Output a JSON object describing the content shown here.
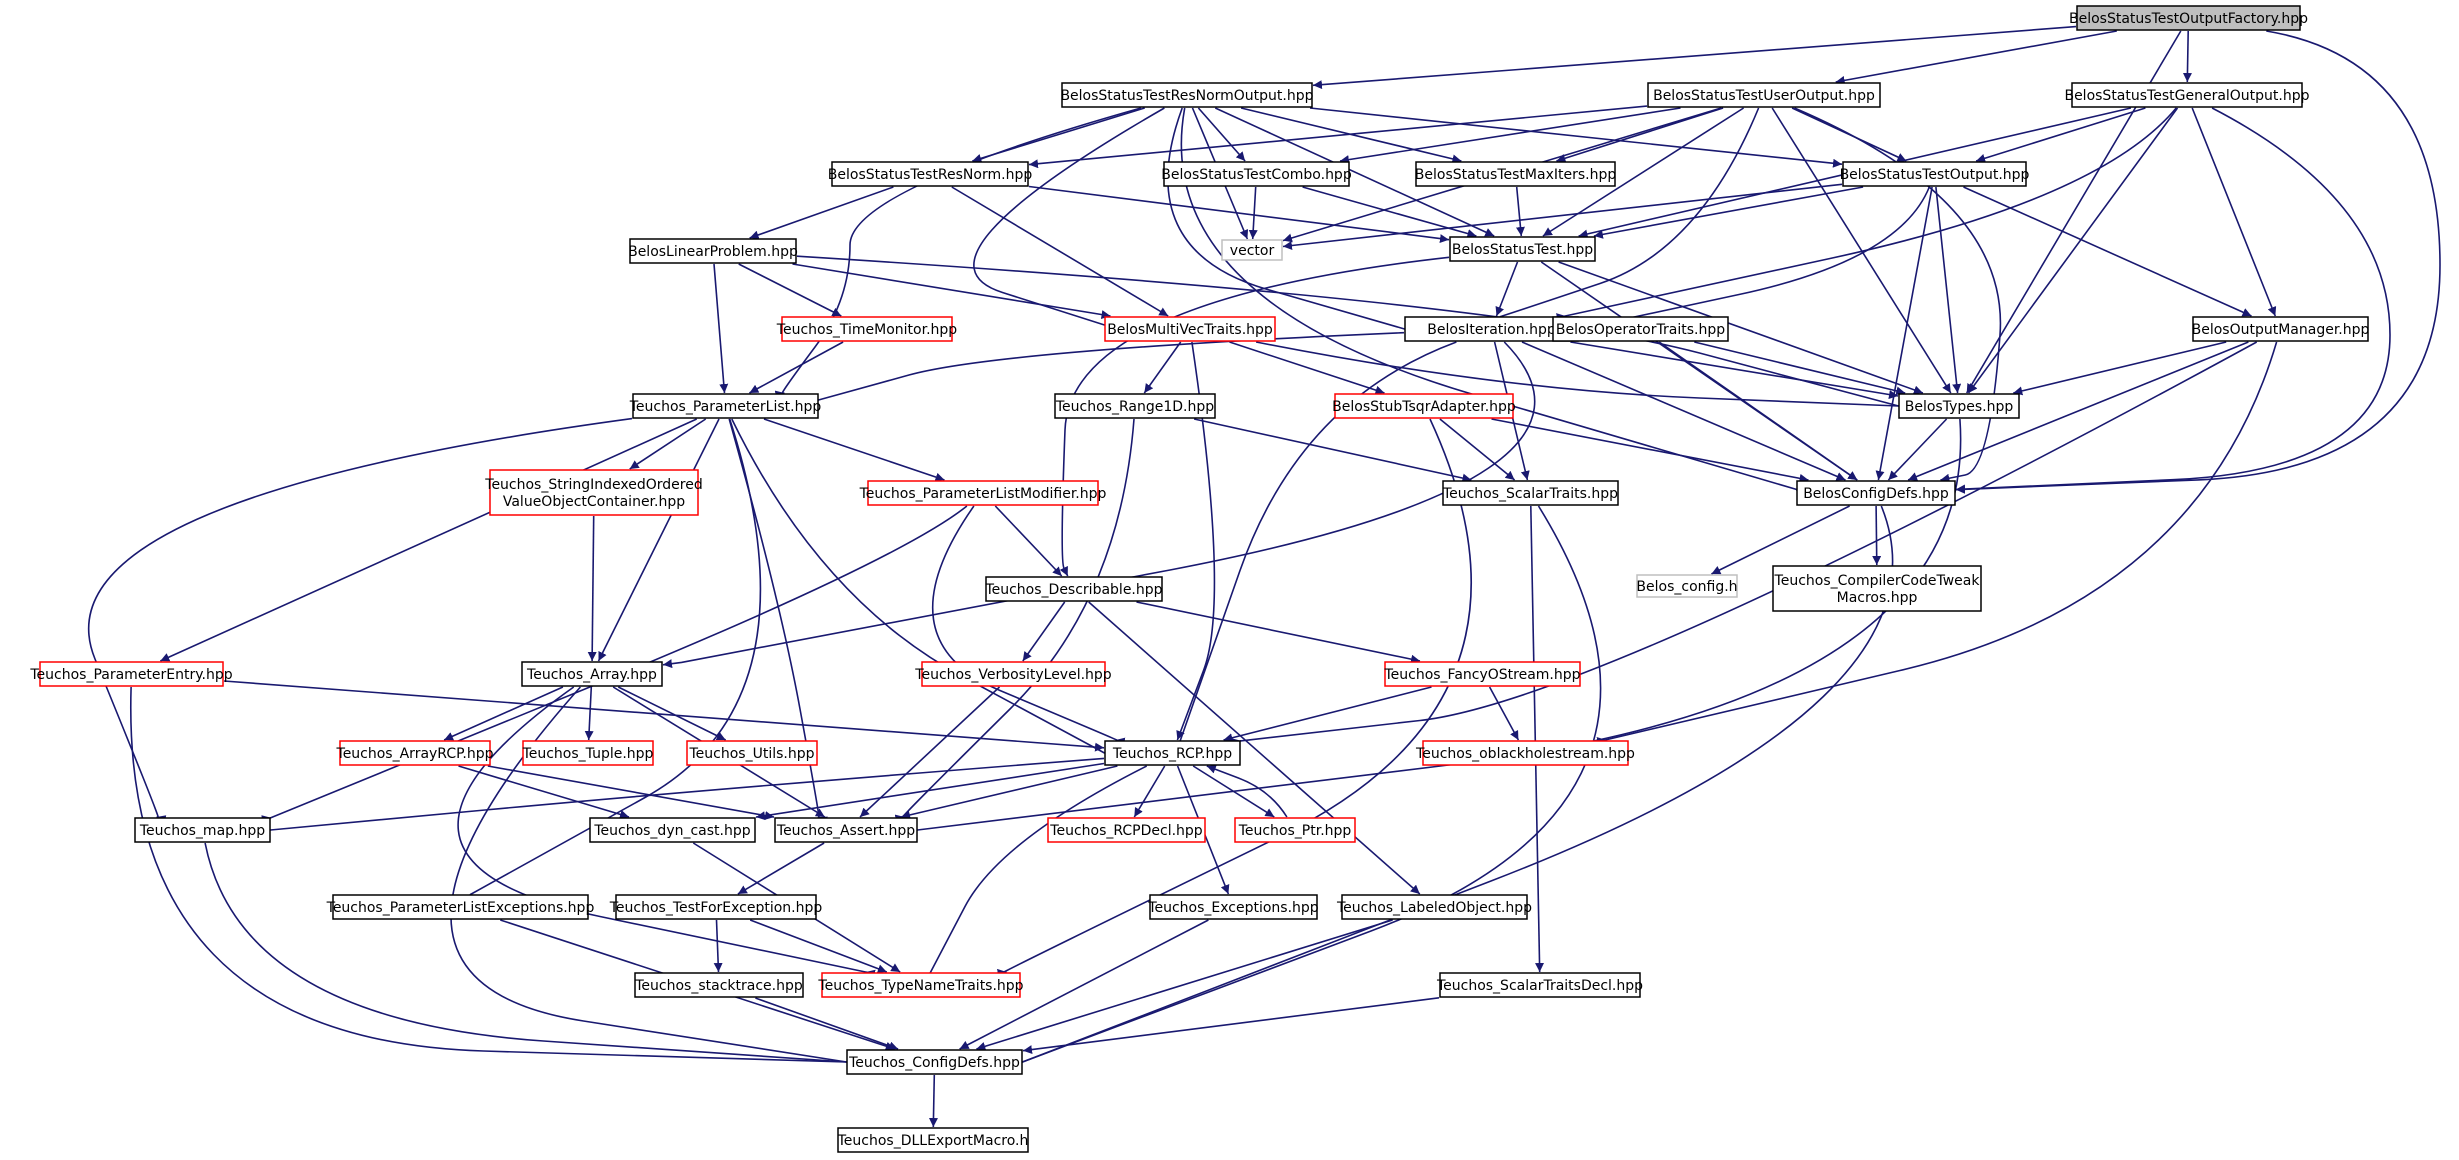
{
  "colors": {
    "edge": "#191970",
    "box_border": "#000000",
    "incomplete_border": "#ff0000",
    "external_border": "#bfbfbf",
    "root_fill": "#bfbfbf",
    "background": "#ffffff"
  },
  "nodes": [
    {
      "id": "factory",
      "label": "BelosStatusTestOutputFactory.hpp",
      "style": "root"
    },
    {
      "id": "resnormout",
      "label": "BelosStatusTestResNormOutput.hpp",
      "style": "normal"
    },
    {
      "id": "userout",
      "label": "BelosStatusTestUserOutput.hpp",
      "style": "normal"
    },
    {
      "id": "generalout",
      "label": "BelosStatusTestGeneralOutput.hpp",
      "style": "normal"
    },
    {
      "id": "resnorm",
      "label": "BelosStatusTestResNorm.hpp",
      "style": "normal"
    },
    {
      "id": "combo",
      "label": "BelosStatusTestCombo.hpp",
      "style": "normal"
    },
    {
      "id": "maxiters",
      "label": "BelosStatusTestMaxIters.hpp",
      "style": "normal"
    },
    {
      "id": "stoutput",
      "label": "BelosStatusTestOutput.hpp",
      "style": "normal"
    },
    {
      "id": "vector",
      "label": "vector",
      "style": "external"
    },
    {
      "id": "statustest",
      "label": "BelosStatusTest.hpp",
      "style": "normal"
    },
    {
      "id": "linprob",
      "label": "BelosLinearProblem.hpp",
      "style": "normal"
    },
    {
      "id": "timemon",
      "label": "Teuchos_TimeMonitor.hpp",
      "style": "incomplete"
    },
    {
      "id": "multivec",
      "label": "BelosMultiVecTraits.hpp",
      "style": "incomplete"
    },
    {
      "id": "iteration",
      "label": "BelosIteration.hpp",
      "style": "normal"
    },
    {
      "id": "optraits",
      "label": "BelosOperatorTraits.hpp",
      "style": "normal"
    },
    {
      "id": "outmgr",
      "label": "BelosOutputManager.hpp",
      "style": "normal"
    },
    {
      "id": "paramlist",
      "label": "Teuchos_ParameterList.hpp",
      "style": "normal"
    },
    {
      "id": "range1d",
      "label": "Teuchos_Range1D.hpp",
      "style": "normal"
    },
    {
      "id": "stubtsqr",
      "label": "BelosStubTsqrAdapter.hpp",
      "style": "incomplete"
    },
    {
      "id": "belostypes",
      "label": "BelosTypes.hpp",
      "style": "normal"
    },
    {
      "id": "strindexed",
      "label": "Teuchos_StringIndexedOrdered\nValueObjectContainer.hpp",
      "style": "incomplete"
    },
    {
      "id": "plmodifier",
      "label": "Teuchos_ParameterListModifier.hpp",
      "style": "incomplete"
    },
    {
      "id": "scalartraits",
      "label": "Teuchos_ScalarTraits.hpp",
      "style": "normal"
    },
    {
      "id": "configdefs",
      "label": "BelosConfigDefs.hpp",
      "style": "normal"
    },
    {
      "id": "belosconfig",
      "label": "Belos_config.h",
      "style": "external"
    },
    {
      "id": "ccmacros",
      "label": "Teuchos_CompilerCodeTweak\nMacros.hpp",
      "style": "normal"
    },
    {
      "id": "describable",
      "label": "Teuchos_Describable.hpp",
      "style": "normal"
    },
    {
      "id": "paramentry",
      "label": "Teuchos_ParameterEntry.hpp",
      "style": "incomplete"
    },
    {
      "id": "array",
      "label": "Teuchos_Array.hpp",
      "style": "normal"
    },
    {
      "id": "verbosity",
      "label": "Teuchos_VerbosityLevel.hpp",
      "style": "incomplete"
    },
    {
      "id": "fancyostream",
      "label": "Teuchos_FancyOStream.hpp",
      "style": "incomplete"
    },
    {
      "id": "arrayrcp",
      "label": "Teuchos_ArrayRCP.hpp",
      "style": "incomplete"
    },
    {
      "id": "tuple",
      "label": "Teuchos_Tuple.hpp",
      "style": "incomplete"
    },
    {
      "id": "utils",
      "label": "Teuchos_Utils.hpp",
      "style": "incomplete"
    },
    {
      "id": "rcp",
      "label": "Teuchos_RCP.hpp",
      "style": "normal"
    },
    {
      "id": "oblackhole",
      "label": "Teuchos_oblackholestream.hpp",
      "style": "incomplete"
    },
    {
      "id": "map",
      "label": "Teuchos_map.hpp",
      "style": "normal"
    },
    {
      "id": "dyncast",
      "label": "Teuchos_dyn_cast.hpp",
      "style": "normal"
    },
    {
      "id": "assert",
      "label": "Teuchos_Assert.hpp",
      "style": "normal"
    },
    {
      "id": "rcpdecl",
      "label": "Teuchos_RCPDecl.hpp",
      "style": "incomplete"
    },
    {
      "id": "ptr",
      "label": "Teuchos_Ptr.hpp",
      "style": "incomplete"
    },
    {
      "id": "plexceptions",
      "label": "Teuchos_ParameterListExceptions.hpp",
      "style": "normal"
    },
    {
      "id": "testforexc",
      "label": "Teuchos_TestForException.hpp",
      "style": "normal"
    },
    {
      "id": "exceptions",
      "label": "Teuchos_Exceptions.hpp",
      "style": "normal"
    },
    {
      "id": "labeledobj",
      "label": "Teuchos_LabeledObject.hpp",
      "style": "normal"
    },
    {
      "id": "stacktrace",
      "label": "Teuchos_stacktrace.hpp",
      "style": "normal"
    },
    {
      "id": "typename",
      "label": "Teuchos_TypeNameTraits.hpp",
      "style": "incomplete"
    },
    {
      "id": "scalartraitsdecl",
      "label": "Teuchos_ScalarTraitsDecl.hpp",
      "style": "normal"
    },
    {
      "id": "teuchosconfig",
      "label": "Teuchos_ConfigDefs.hpp",
      "style": "normal"
    },
    {
      "id": "dllexport",
      "label": "Teuchos_DLLExportMacro.h",
      "style": "normal"
    }
  ],
  "edges": [
    [
      "factory",
      "resnormout"
    ],
    [
      "factory",
      "userout"
    ],
    [
      "factory",
      "generalout"
    ],
    [
      "factory",
      "belostypes"
    ],
    [
      "factory",
      "configdefs"
    ],
    [
      "resnormout",
      "resnorm"
    ],
    [
      "resnormout",
      "combo"
    ],
    [
      "resnormout",
      "maxiters"
    ],
    [
      "resnormout",
      "stoutput"
    ],
    [
      "resnormout",
      "statustest"
    ],
    [
      "resnormout",
      "vector"
    ],
    [
      "resnormout",
      "iteration"
    ],
    [
      "resnormout",
      "multivec"
    ],
    [
      "resnormout",
      "configdefs"
    ],
    [
      "resnormout",
      "paramlist"
    ],
    [
      "userout",
      "resnorm"
    ],
    [
      "userout",
      "combo"
    ],
    [
      "userout",
      "maxiters"
    ],
    [
      "userout",
      "stoutput"
    ],
    [
      "userout",
      "statustest"
    ],
    [
      "userout",
      "vector"
    ],
    [
      "userout",
      "iteration"
    ],
    [
      "userout",
      "belostypes"
    ],
    [
      "userout",
      "configdefs"
    ],
    [
      "generalout",
      "stoutput"
    ],
    [
      "generalout",
      "statustest"
    ],
    [
      "generalout",
      "iteration"
    ],
    [
      "generalout",
      "outmgr"
    ],
    [
      "generalout",
      "belostypes"
    ],
    [
      "generalout",
      "configdefs"
    ],
    [
      "resnorm",
      "statustest"
    ],
    [
      "resnorm",
      "linprob"
    ],
    [
      "resnorm",
      "multivec"
    ],
    [
      "combo",
      "statustest"
    ],
    [
      "combo",
      "vector"
    ],
    [
      "maxiters",
      "statustest"
    ],
    [
      "stoutput",
      "statustest"
    ],
    [
      "stoutput",
      "vector"
    ],
    [
      "stoutput",
      "iteration"
    ],
    [
      "stoutput",
      "outmgr"
    ],
    [
      "stoutput",
      "belostypes"
    ],
    [
      "stoutput",
      "configdefs"
    ],
    [
      "statustest",
      "iteration"
    ],
    [
      "statustest",
      "belostypes"
    ],
    [
      "statustest",
      "configdefs"
    ],
    [
      "statustest",
      "describable"
    ],
    [
      "linprob",
      "timemon"
    ],
    [
      "linprob",
      "paramlist"
    ],
    [
      "linprob",
      "multivec"
    ],
    [
      "linprob",
      "belostypes"
    ],
    [
      "timemon",
      "paramlist"
    ],
    [
      "multivec",
      "range1d"
    ],
    [
      "multivec",
      "stubtsqr"
    ],
    [
      "multivec",
      "belostypes"
    ],
    [
      "multivec",
      "rcp"
    ],
    [
      "iteration",
      "paramlist"
    ],
    [
      "iteration",
      "scalartraits"
    ],
    [
      "iteration",
      "configdefs"
    ],
    [
      "iteration",
      "belostypes"
    ],
    [
      "iteration",
      "rcp"
    ],
    [
      "iteration",
      "array"
    ],
    [
      "optraits",
      "belostypes"
    ],
    [
      "optraits",
      "configdefs"
    ],
    [
      "outmgr",
      "belostypes"
    ],
    [
      "outmgr",
      "configdefs"
    ],
    [
      "outmgr",
      "rcp"
    ],
    [
      "outmgr",
      "oblackhole"
    ],
    [
      "paramlist",
      "strindexed"
    ],
    [
      "paramlist",
      "plmodifier"
    ],
    [
      "paramlist",
      "paramentry"
    ],
    [
      "paramlist",
      "array"
    ],
    [
      "paramlist",
      "map"
    ],
    [
      "paramlist",
      "rcp"
    ],
    [
      "paramlist",
      "assert"
    ],
    [
      "paramlist",
      "plexceptions"
    ],
    [
      "range1d",
      "scalartraits"
    ],
    [
      "range1d",
      "assert"
    ],
    [
      "stubtsqr",
      "scalartraits"
    ],
    [
      "stubtsqr",
      "configdefs"
    ],
    [
      "stubtsqr",
      "typename"
    ],
    [
      "belostypes",
      "configdefs"
    ],
    [
      "belostypes",
      "assert"
    ],
    [
      "strindexed",
      "array"
    ],
    [
      "plmodifier",
      "describable"
    ],
    [
      "plmodifier",
      "map"
    ],
    [
      "plmodifier",
      "rcp"
    ],
    [
      "scalartraits",
      "scalartraitsdecl"
    ],
    [
      "scalartraits",
      "teuchosconfig"
    ],
    [
      "configdefs",
      "belosconfig"
    ],
    [
      "configdefs",
      "ccmacros"
    ],
    [
      "configdefs",
      "teuchosconfig"
    ],
    [
      "describable",
      "verbosity"
    ],
    [
      "describable",
      "fancyostream"
    ],
    [
      "describable",
      "labeledobj"
    ],
    [
      "paramentry",
      "rcp"
    ],
    [
      "paramentry",
      "teuchosconfig"
    ],
    [
      "array",
      "arrayrcp"
    ],
    [
      "array",
      "tuple"
    ],
    [
      "array",
      "utils"
    ],
    [
      "array",
      "assert"
    ],
    [
      "array",
      "typename"
    ],
    [
      "array",
      "teuchosconfig"
    ],
    [
      "verbosity",
      "assert"
    ],
    [
      "fancyostream",
      "rcp"
    ],
    [
      "fancyostream",
      "oblackhole"
    ],
    [
      "arrayrcp",
      "dyncast"
    ],
    [
      "arrayrcp",
      "assert"
    ],
    [
      "rcp",
      "rcpdecl"
    ],
    [
      "rcp",
      "ptr"
    ],
    [
      "rcp",
      "dyncast"
    ],
    [
      "rcp",
      "assert"
    ],
    [
      "rcp",
      "map"
    ],
    [
      "rcp",
      "exceptions"
    ],
    [
      "rcp",
      "typename"
    ],
    [
      "ptr",
      "rcp"
    ],
    [
      "map",
      "teuchosconfig"
    ],
    [
      "dyncast",
      "typename"
    ],
    [
      "assert",
      "testforexc"
    ],
    [
      "plexceptions",
      "teuchosconfig"
    ],
    [
      "testforexc",
      "stacktrace"
    ],
    [
      "testforexc",
      "typename"
    ],
    [
      "exceptions",
      "teuchosconfig"
    ],
    [
      "labeledobj",
      "teuchosconfig"
    ],
    [
      "stacktrace",
      "teuchosconfig"
    ],
    [
      "scalartraitsdecl",
      "teuchosconfig"
    ],
    [
      "teuchosconfig",
      "dllexport"
    ]
  ]
}
